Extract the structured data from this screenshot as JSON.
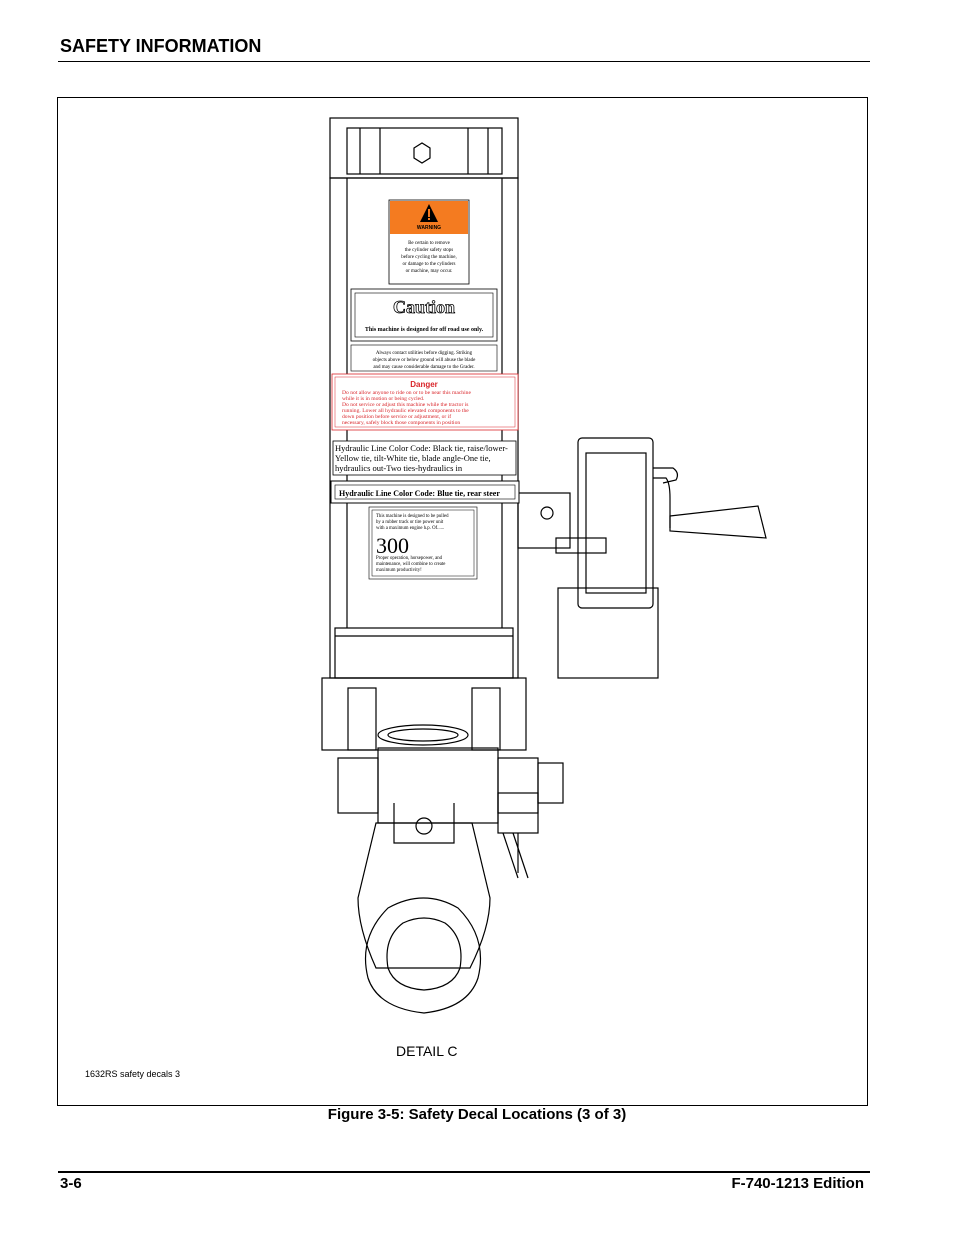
{
  "header": {
    "title": "SAFETY INFORMATION"
  },
  "figure": {
    "detail_label": "DETAIL C",
    "file_label": "1632RS safety decals 3",
    "caption": "Figure 3-5:  Safety Decal Locations (3 of 3)",
    "decals": {
      "warning": {
        "heading": "WARNING",
        "lines": [
          "Be certain to remove",
          "the cylinder safety stops",
          "before cycling the machine,",
          "or damage to the cylinders",
          "or machine, may occur."
        ]
      },
      "caution": {
        "heading": "Caution",
        "text": "This machine is designed for off road use only."
      },
      "utilities": {
        "lines": [
          "Always contact utilities before digging. Striking",
          "objects above or below ground will abuse the blade",
          "and may cause considerable damage to the Grader."
        ]
      },
      "danger": {
        "heading": "Danger",
        "lines": [
          "Do not allow anyone to ride on or to be near this machine",
          "while it is in motion or being cycled.",
          "Do not service or adjust this machine while the tractor is",
          "running.  Lower all hydraulic elevated components to the",
          "down position before service or adjustment, or if",
          "necessary, safely block those components in position"
        ]
      },
      "hydraulic_color_code_1": {
        "lines": [
          "Hydraulic Line Color Code: Black tie, raise/lower-",
          "Yellow tie, tilt-White tie, blade angle-One tie,",
          "hydraulics out-Two ties-hydraulics in"
        ]
      },
      "hydraulic_color_code_2": {
        "text": "Hydraulic Line Color Code:  Blue tie, rear steer"
      },
      "horsepower": {
        "top_lines": [
          "This machine is designed to be pulled",
          "by a rubber track or tire power unit",
          "with a maximum engine h.p. Of......"
        ],
        "number": "300",
        "bottom_lines": [
          "Proper operation, horsepower, and",
          "maintenance, will combine to create",
          "maximum productivity!"
        ]
      }
    }
  },
  "footer": {
    "page_number": "3-6",
    "edition": "F-740-1213 Edition"
  },
  "colors": {
    "warning_orange": "#f47b20",
    "danger_red": "#d9252a",
    "line": "#000000"
  }
}
